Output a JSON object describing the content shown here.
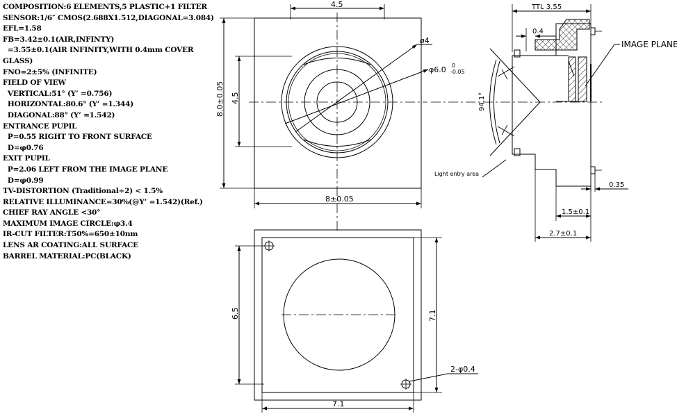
{
  "specs": [
    "COMPOSITION:6 ELEMENTS,5 PLASTIC+1 FILTER",
    "SENSOR:1/6″ CMOS(2.688X1.512,DIAGONAL=3.084)",
    "EFL=1.58",
    "FB=3.42±0.1(AIR,INFINTY)",
    "  =3.55±0.1(AIR INFINITY,WITH 0.4mm COVER",
    "GLASS)",
    "FNO=2±5% (INFINITE)",
    "FIELD OF VIEW",
    "  VERTICAL:51° (Y’ =0.756)",
    "  HORIZONTAL:80.6° (Y’ =1.344)",
    "  DIAGONAL:88° (Y’ =1.542)",
    "ENTRANCE PUPIL",
    "  P=0.55 RIGHT TO FRONT SURFACE",
    "  D=φ0.76",
    "EXIT PUPIL",
    "  P=2.06 LEFT FROM THE IMAGE PLANE",
    "  D=φ0.99",
    "TV-DISTORTION (Traditional÷2) < 1.5%",
    "RELATIVE ILLUMINANCE=30%(@Y’ =1.542)(Ref.)",
    "CHIEF RAY ANGLE <30°",
    "MAXIMUM IMAGE CIRCLE:φ3.4",
    "IR-CUT FILTER:T50%=650±10nm",
    "LENS AR COATING:ALL SURFACE",
    "BARREL MATERIAL:PC(BLACK)"
  ],
  "front_view": {
    "dim_top": "4.5",
    "dim_left_inner": "4.5",
    "dim_left_outer": "8.0±0.05",
    "dim_bottom": "8±0.05",
    "dia_4": "ø4",
    "dia_6": "φ6.0",
    "dia_6_upper_tol": "0",
    "dia_6_lower_tol": "-0.05"
  },
  "side_view": {
    "ttl_label": "TTL 3.55",
    "thick_label": "0.4",
    "image_plane_label": "IMAGE PLANE",
    "fov_label": "94.1°",
    "light_entry_label": "Light entry area",
    "dim_035": "0.35",
    "dim_15": "1.5±0.1",
    "dim_27": "2.7±0.1"
  },
  "rear_view": {
    "dim_left": "6.5",
    "dim_right": "7.1",
    "dim_bottom": "7.1",
    "holes_label": "2-φ0.4"
  }
}
